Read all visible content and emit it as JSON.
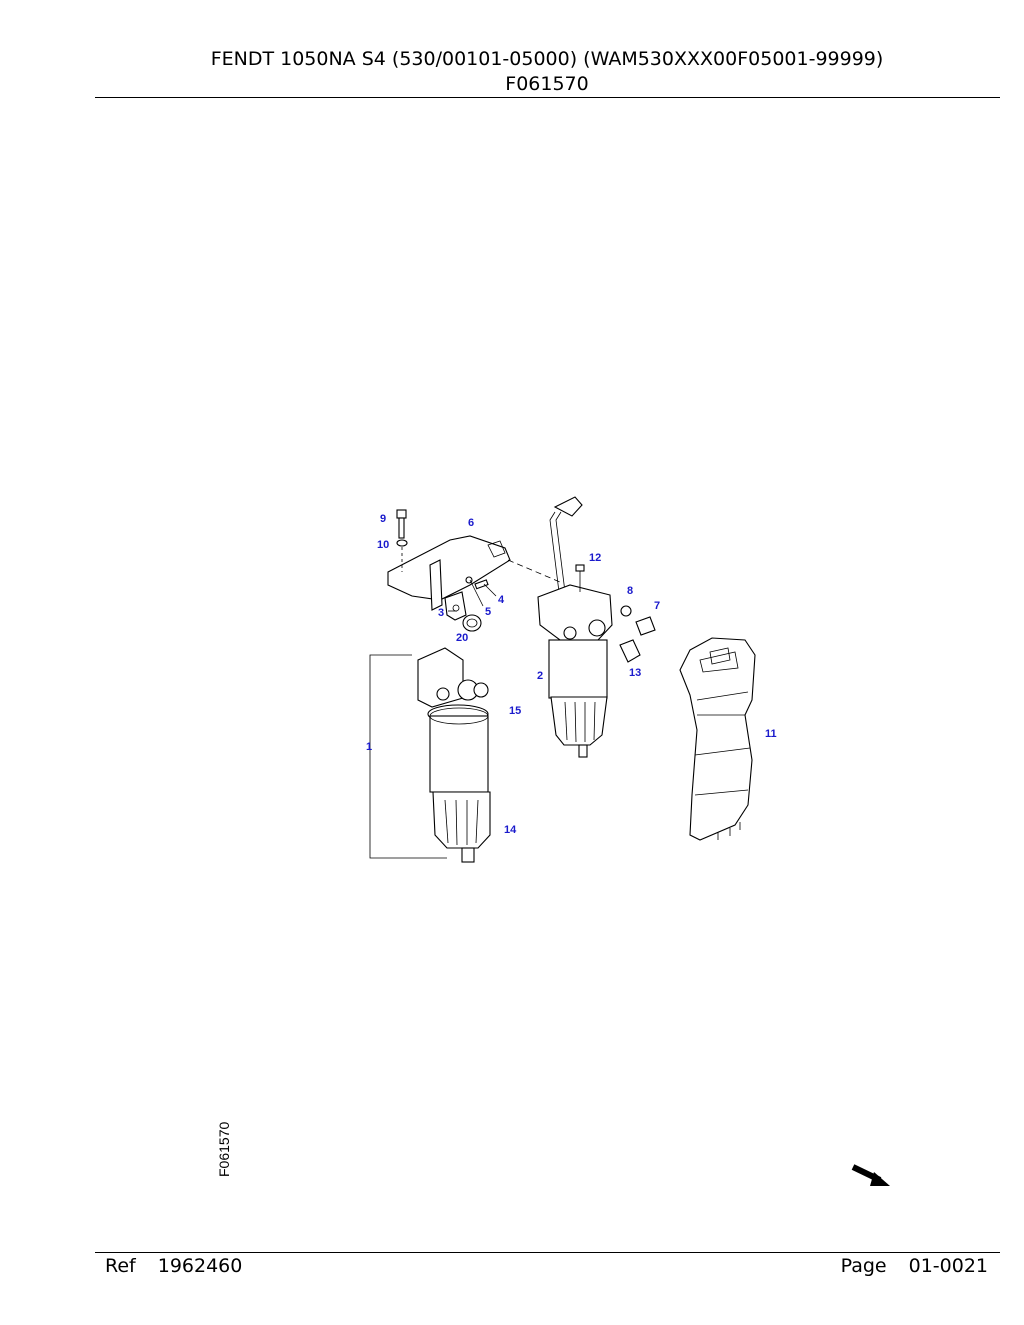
{
  "header": {
    "title": "FENDT 1050NA S4 (530/00101-05000) (WAM530XXX00F05001-99999)",
    "code": "F061570"
  },
  "diagram": {
    "figure_code": "F061570",
    "callouts": [
      "1",
      "2",
      "3",
      "4",
      "5",
      "6",
      "7",
      "8",
      "9",
      "10",
      "11",
      "12",
      "13",
      "14",
      "15",
      "20"
    ]
  },
  "footer": {
    "ref_label": "Ref",
    "ref_value": "1962460",
    "page_label": "Page",
    "page_value": "01-0021"
  }
}
